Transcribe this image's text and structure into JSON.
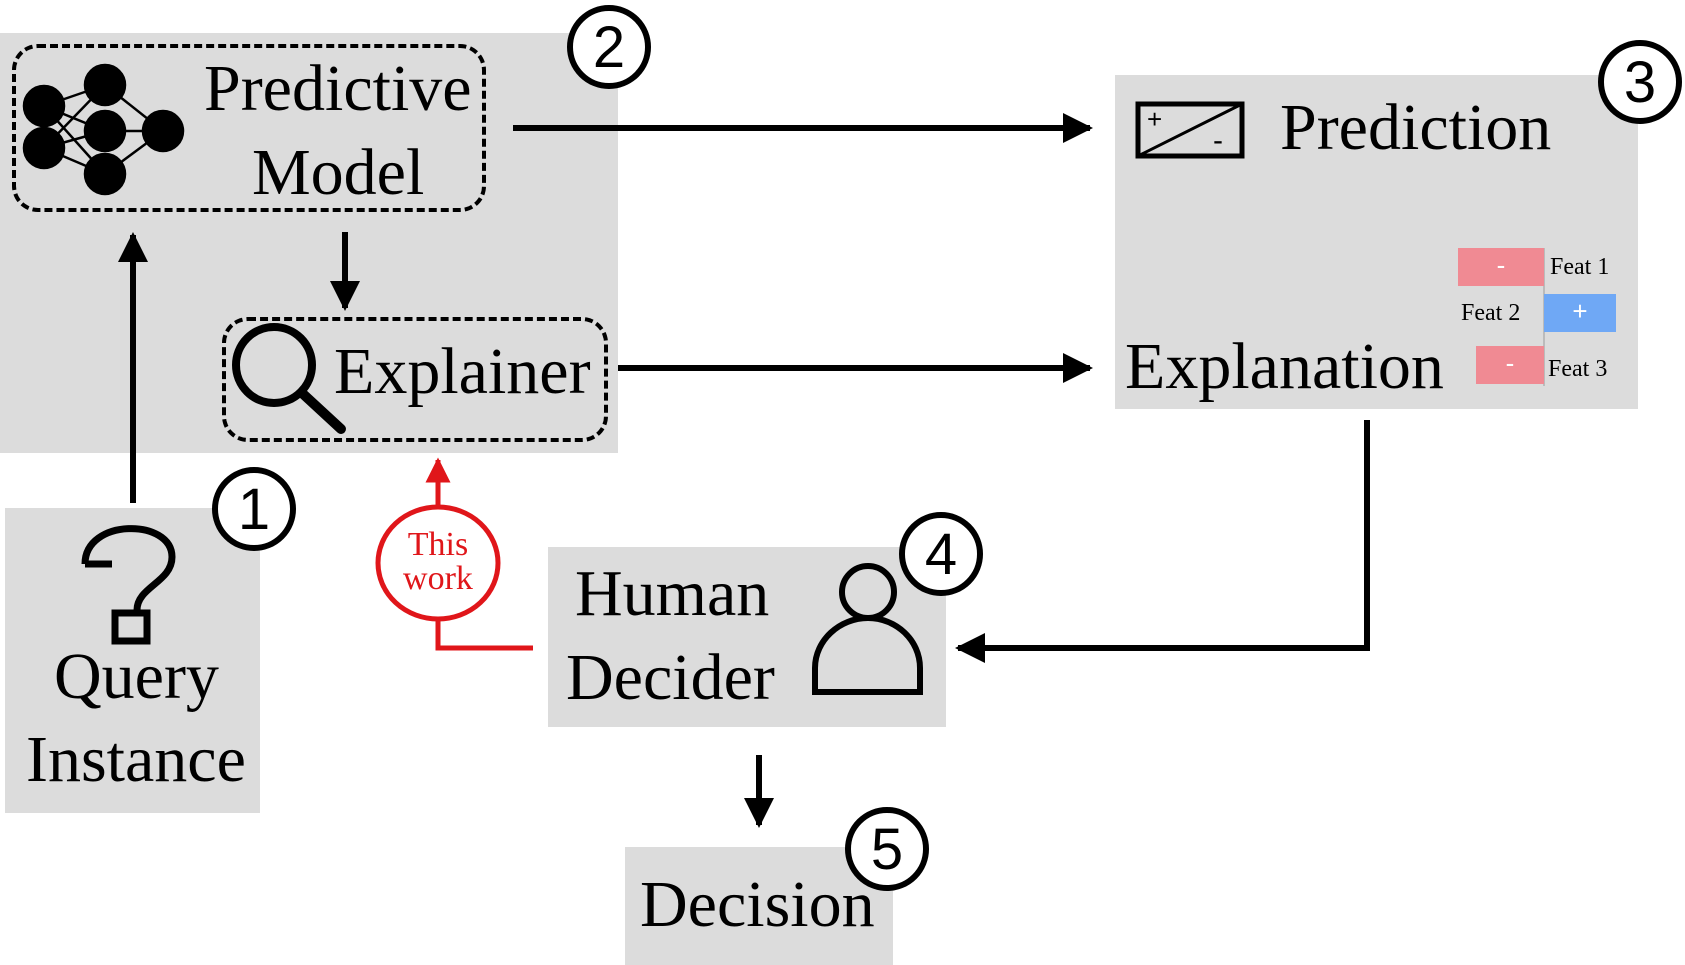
{
  "model": {
    "line1": "Predictive",
    "line2": "Model",
    "icon": "neural-network-icon"
  },
  "explainer": {
    "label": "Explainer",
    "icon": "magnifier-icon"
  },
  "output": {
    "prediction_label": "Prediction",
    "prediction_icon": "plus-minus-icon",
    "prediction_plus": "+",
    "prediction_minus": "-",
    "explanation_label": "Explanation",
    "features": [
      {
        "name": "Feat 1",
        "sign": "-",
        "color": "#f08a93"
      },
      {
        "name": "Feat 2",
        "sign": "+",
        "color": "#6fa8f5"
      },
      {
        "name": "Feat 3",
        "sign": "-",
        "color": "#f08a93"
      }
    ]
  },
  "query": {
    "line1": "Query",
    "line2": "Instance",
    "icon": "question-mark-icon"
  },
  "human": {
    "line1": "Human",
    "line2": "Decider",
    "icon": "person-icon"
  },
  "decision": {
    "label": "Decision"
  },
  "this_work": {
    "line1": "This",
    "line2": "work",
    "color": "#e0161a"
  },
  "steps": [
    "1",
    "2",
    "3",
    "4",
    "5"
  ]
}
